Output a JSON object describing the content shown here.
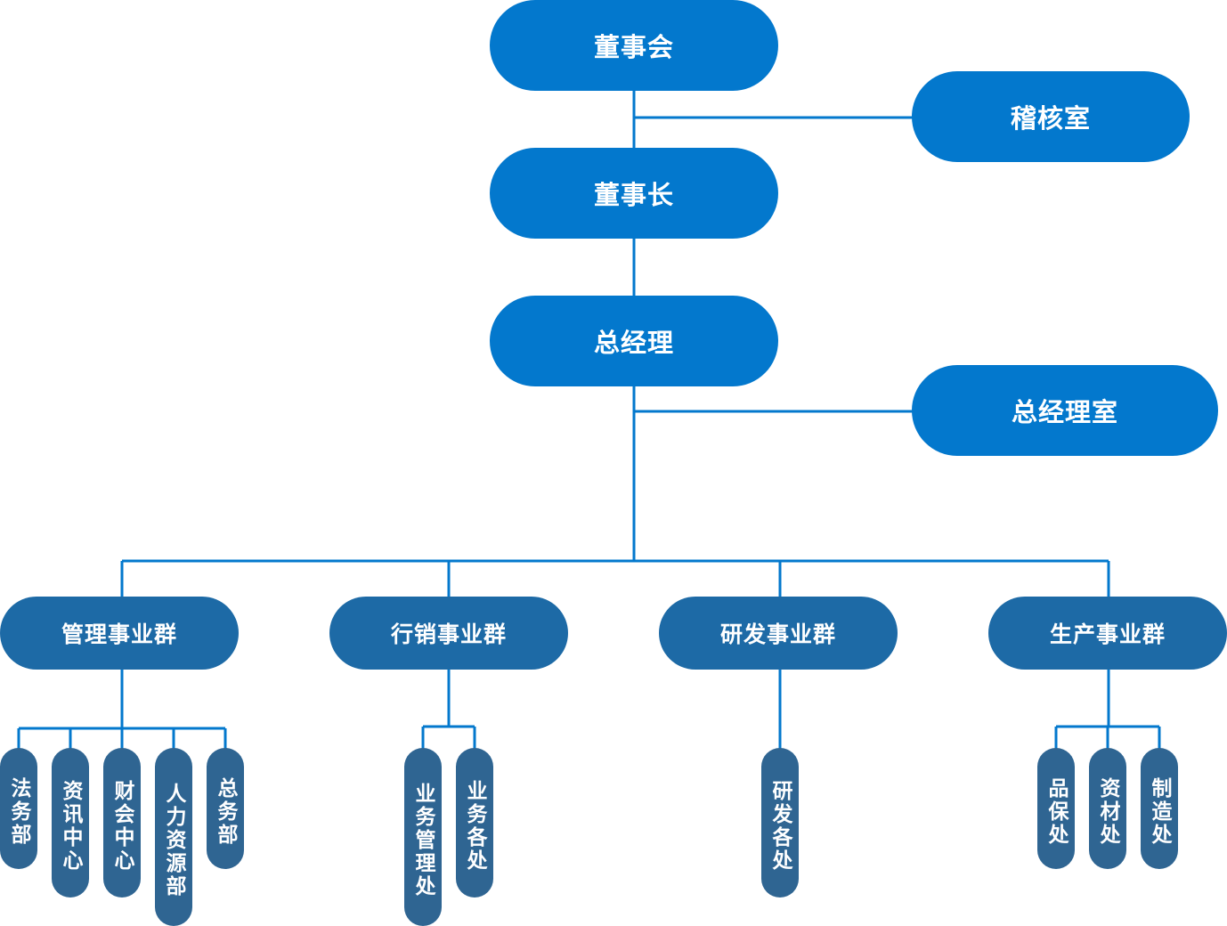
{
  "colors": {
    "primary": "#0378cd",
    "group": "#1d6aa6",
    "department": "#2f6592",
    "connector": "#0378cd"
  },
  "top": {
    "board": "董事会",
    "audit": "稽核室",
    "chairman": "董事长",
    "gm": "总经理",
    "gm_office": "总经理室"
  },
  "groups": [
    {
      "label": "管理事业群",
      "departments": [
        "法务部",
        "资讯中心",
        "财会中心",
        "人力资源部",
        "总务部"
      ]
    },
    {
      "label": "行销事业群",
      "departments": [
        "业务管理处",
        "业务各处"
      ]
    },
    {
      "label": "研发事业群",
      "departments": [
        "研发各处"
      ]
    },
    {
      "label": "生产事业群",
      "departments": [
        "品保处",
        "资材处",
        "制造处"
      ]
    }
  ]
}
